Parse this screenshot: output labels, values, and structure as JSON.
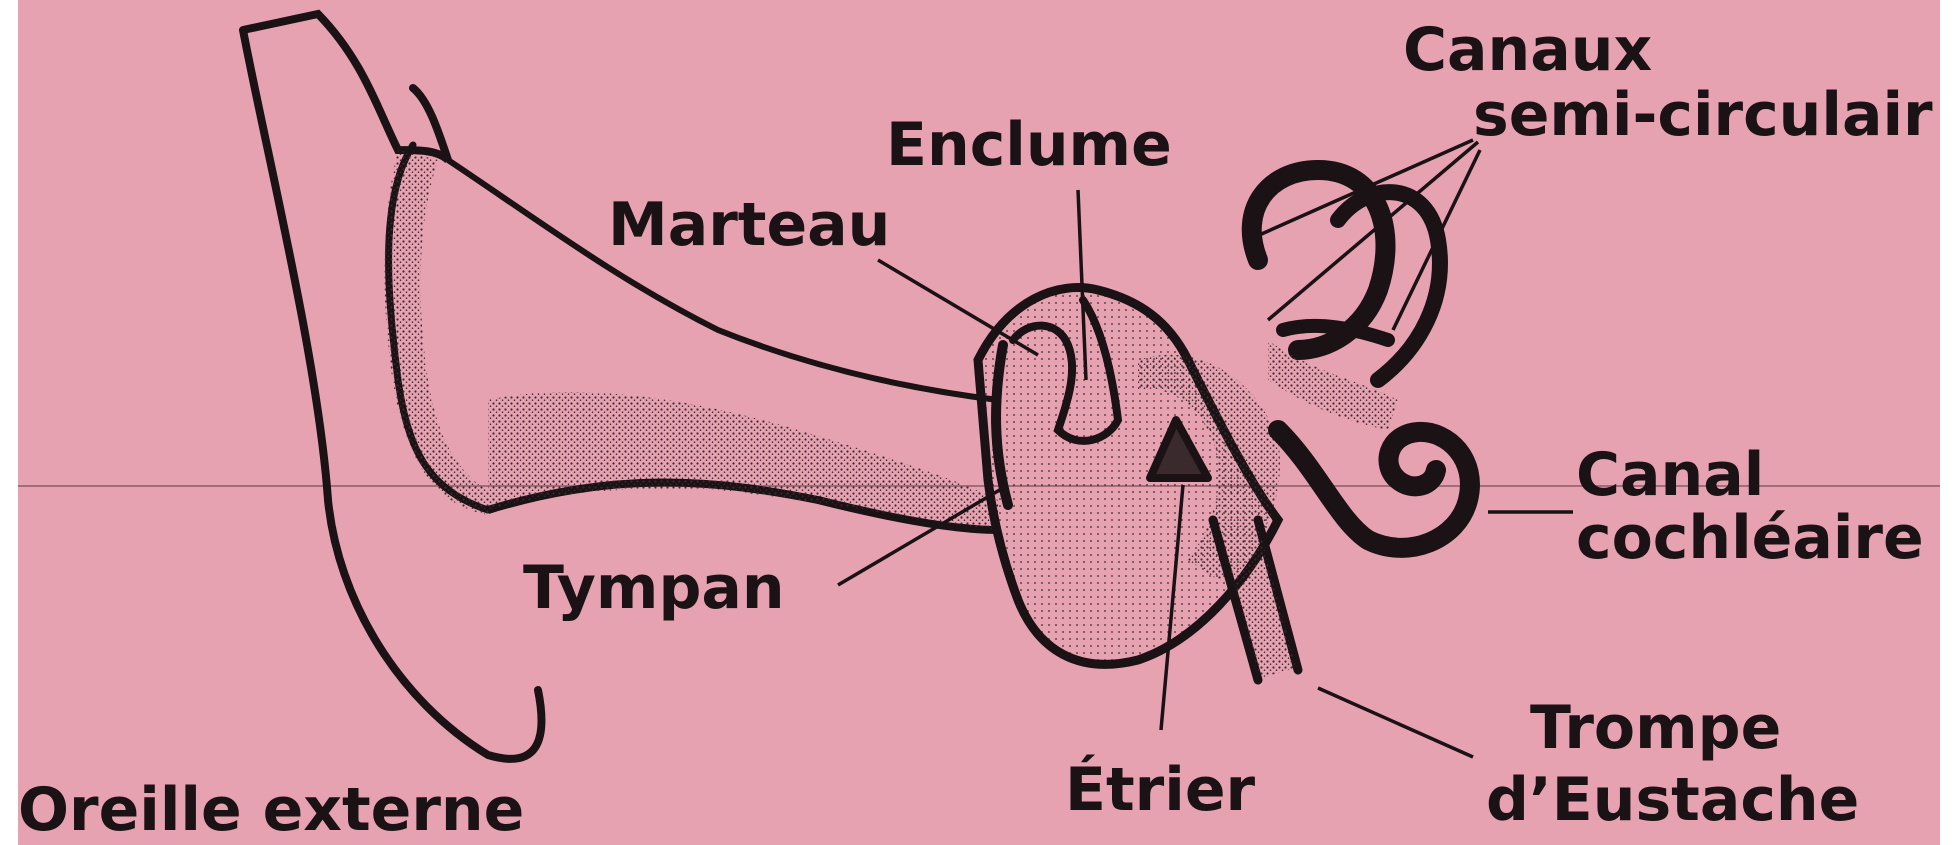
{
  "labels": {
    "canaux_line1": "Canaux",
    "canaux_line2": "semi-circulair",
    "enclume": "Enclume",
    "marteau": "Marteau",
    "canal_line1": "Canal",
    "canal_line2": "cochléaire",
    "tympan": "Tympan",
    "trompe_line1": "Trompe",
    "trompe_line2": "d’Eustache",
    "etrier": "Étrier",
    "oreille_externe": "Oreille externe"
  },
  "colors": {
    "background": "#e7a2b2",
    "ink": "#1a1214",
    "stipple": "#3a2a2e"
  }
}
